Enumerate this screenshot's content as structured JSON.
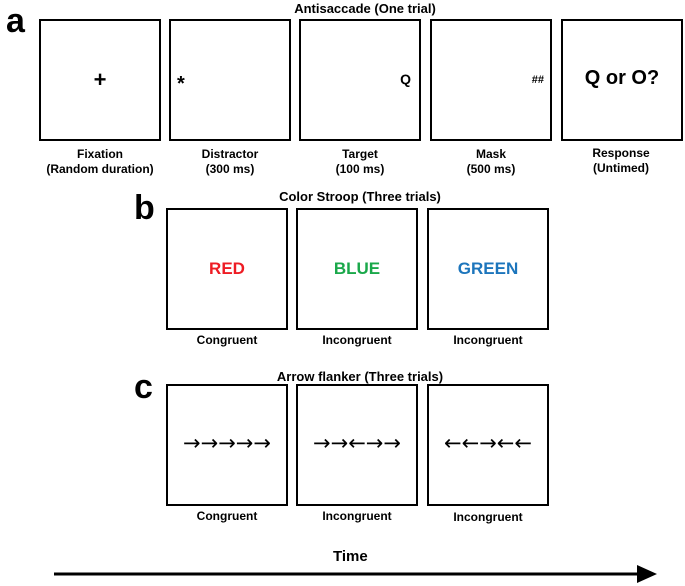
{
  "panels": {
    "a": {
      "letter": "a",
      "title": "Antisaccade (One trial)",
      "frames": [
        {
          "stimulus": "+",
          "caption_line1": "Fixation",
          "caption_line2": "(Random duration)"
        },
        {
          "stimulus": "*",
          "caption_line1": "Distractor",
          "caption_line2": "(300 ms)"
        },
        {
          "stimulus": "Q",
          "caption_line1": "Target",
          "caption_line2": "(100 ms)"
        },
        {
          "stimulus": "##",
          "caption_line1": "Mask",
          "caption_line2": "(500 ms)"
        },
        {
          "stimulus": "Q or O?",
          "caption_line1": "Response",
          "caption_line2": "(Untimed)"
        }
      ]
    },
    "b": {
      "letter": "b",
      "title": "Color Stroop (Three trials)",
      "trials": [
        {
          "word": "RED",
          "color": "#ee1c24",
          "caption": "Congruent"
        },
        {
          "word": "BLUE",
          "color": "#1aa84a",
          "caption": "Incongruent"
        },
        {
          "word": "GREEN",
          "color": "#1c75bc",
          "caption": "Incongruent"
        }
      ]
    },
    "c": {
      "letter": "c",
      "title": "Arrow flanker (Three trials)",
      "trials": [
        {
          "arrows": "→→→→→",
          "caption": "Congruent"
        },
        {
          "arrows": "→→←→→",
          "caption": "Incongruent"
        },
        {
          "arrows": "←←→←←",
          "caption": "Incongruent"
        }
      ]
    }
  },
  "time_axis": {
    "label": "Time"
  }
}
